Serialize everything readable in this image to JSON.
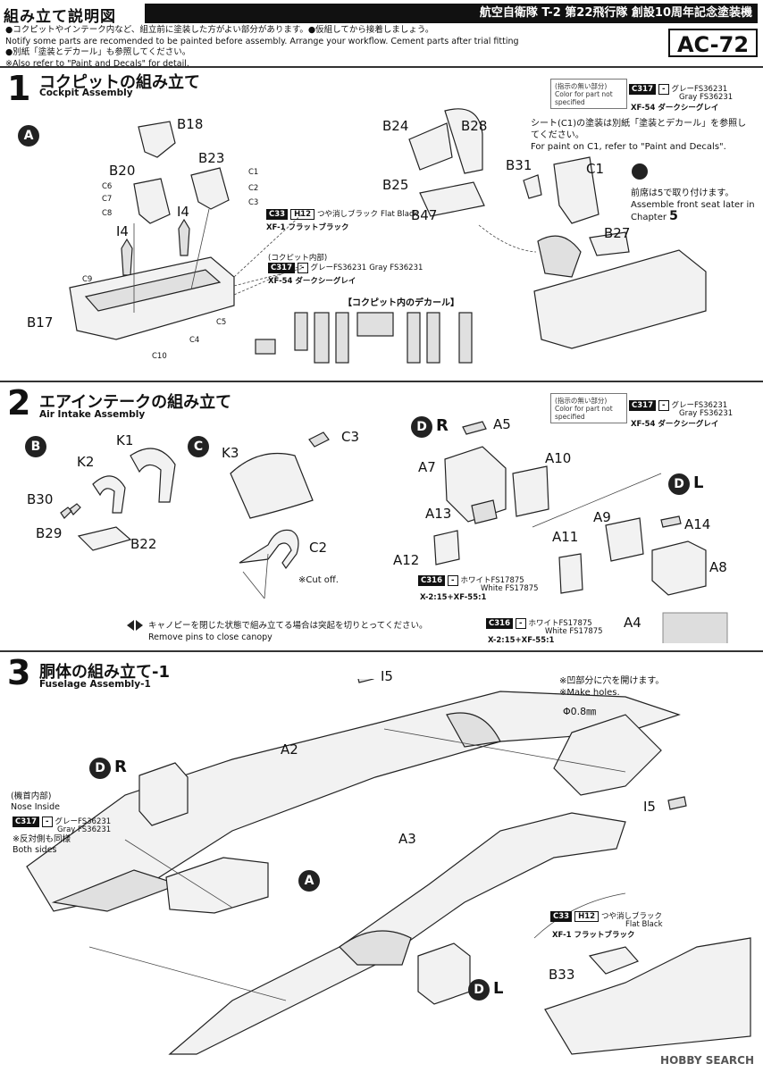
{
  "header": {
    "title": "組み立て説明図",
    "product": "航空自衛隊 T-2 第22飛行隊 創設10周年記念塗装機",
    "code": "AC-72"
  },
  "notes": [
    "●コクピットやインテーク内など、組立前に塗装した方がよい部分があります。●仮組してから接着しましょう。",
    "Notify some parts are recomended to be painted before assembly. Arrange your workflow.  Cement parts after trial fitting",
    "●別紙「塗装とデカール」も参照してください。",
    "※Also refer to \"Paint and Decals\" for detail."
  ],
  "section1": {
    "num": "1",
    "jp": "コクピットの組み立て",
    "en": "Cockpit Assembly",
    "badge": "A",
    "labels": [
      "B18",
      "B20",
      "B23",
      "I4",
      "I4",
      "B17",
      "B28",
      "B24",
      "B25",
      "B47",
      "B31",
      "C1",
      "B27"
    ],
    "small_labels": [
      "C1",
      "C2",
      "C3",
      "C6",
      "C7",
      "C8",
      "C9",
      "C10",
      "C5",
      "C4"
    ],
    "paint_flat_black": {
      "code": "C33",
      "code2": "H12",
      "jp": "つや消しブラック",
      "en": "Flat Black",
      "xf": "XF-1 フラットブラック"
    },
    "cockpit_inside": "(コクピット内部)",
    "paint_gray": {
      "code": "C317",
      "code2": "-",
      "jp": "グレーFS36231",
      "en": "Gray FS36231",
      "xf": "XF-54 ダークシーグレイ"
    },
    "decal_title": "【コクピット内のデカール】",
    "decal_labels": [
      "C2",
      "C6",
      "C7",
      "C3",
      "C8",
      "C1",
      "C4",
      "C5",
      "C9",
      "C10"
    ],
    "unspecified_box": [
      "(指示の無い部分)",
      "Color for part not",
      "specified"
    ],
    "seat_note_jp": "シート(C1)の塗装は別紙「塗装とデカール」を参照してください。",
    "seat_note_en": "For paint on C1, refer to \"Paint and Decals\".",
    "later_jp": "前席は5で取り付けます。",
    "later_en": "Assemble front seat later in Chapter",
    "later_num": "5"
  },
  "section2": {
    "num": "2",
    "jp": "エアインテークの組み立て",
    "en": "Air Intake Assembly",
    "badge_b": "B",
    "badge_c": "C",
    "labels": [
      "K1",
      "K2",
      "B30",
      "B29",
      "B22",
      "K3",
      "C3",
      "C2",
      "A5",
      "A7",
      "A10",
      "A13",
      "A12",
      "A9",
      "A11",
      "A14",
      "A8",
      "A4"
    ],
    "dr": "R",
    "dl": "L",
    "d": "D",
    "cut_off": "※Cut off.",
    "pin_note_jp": "キャノピーを閉じた状態で組み立てる場合は突起を切りとってください。",
    "pin_note_en": "Remove pins to close canopy",
    "paint_white": {
      "code": "C316",
      "code2": "-",
      "jp": "ホワイトFS17875",
      "en": "White FS17875",
      "mix": "X-2:15+XF-55:1"
    },
    "paint_gray": {
      "code": "C317",
      "code2": "-",
      "jp": "グレーFS36231",
      "en": "Gray FS36231",
      "xf": "XF-54 ダークシーグレイ"
    },
    "unspecified_box": [
      "(指示の無い部分)",
      "Color for part not",
      "specified"
    ]
  },
  "section3": {
    "num": "3",
    "jp": "胴体の組み立て-1",
    "en": "Fuselage Assembly-1",
    "labels": [
      "I5",
      "A2",
      "A3",
      "I5",
      "B33"
    ],
    "badge_a": "A",
    "hole_jp": "※凹部分に穴を開けます。",
    "hole_en": "※Make holes.",
    "hole_size": "Φ0.8㎜",
    "nose_jp": "(機首内部)",
    "nose_en": "Nose Inside",
    "nose_paint": {
      "code": "C317",
      "code2": "-",
      "jp": "グレーFS36231",
      "en": "Gray FS36231"
    },
    "both_jp": "※反対側も同様",
    "both_en": "Both sides",
    "paint_flat_black": {
      "code": "C33",
      "code2": "H12",
      "jp": "つや消しブラック",
      "en": "Flat Black",
      "xf": "XF-1 フラットブラック"
    }
  },
  "watermark": "HOBBY SEARCH"
}
